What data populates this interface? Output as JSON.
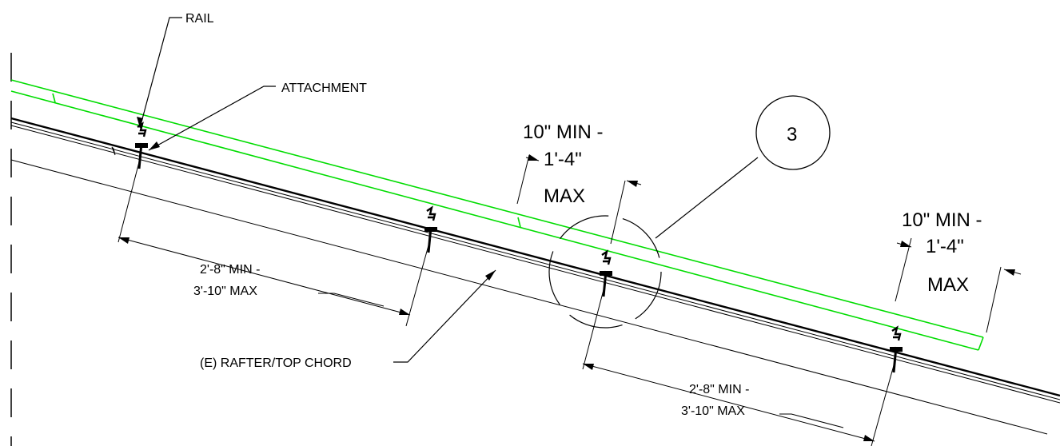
{
  "labels": {
    "rail": "RAIL",
    "attachment": "ATTACHMENT",
    "rafter": "(E) RAFTER/TOP CHORD",
    "detail_number": "3",
    "span_left_line1": "2'-8\" MIN -",
    "span_left_line2": "3'-10\" MAX",
    "span_right_line1": "2'-8\" MIN -",
    "span_right_line2": "3'-10\" MAX",
    "overhang_mid_line1": "10\" MIN -",
    "overhang_mid_line2": "1'-4\"",
    "overhang_mid_line3": "MAX",
    "overhang_right_line1": "10\" MIN -",
    "overhang_right_line2": "1'-4\"",
    "overhang_right_line3": "MAX"
  },
  "colors": {
    "rail": "#00dd00",
    "linework": "#000000",
    "background": "#ffffff"
  },
  "icons": {
    "attachment": "l-foot-clamp-icon",
    "detail_callout": "detail-bubble-icon"
  }
}
